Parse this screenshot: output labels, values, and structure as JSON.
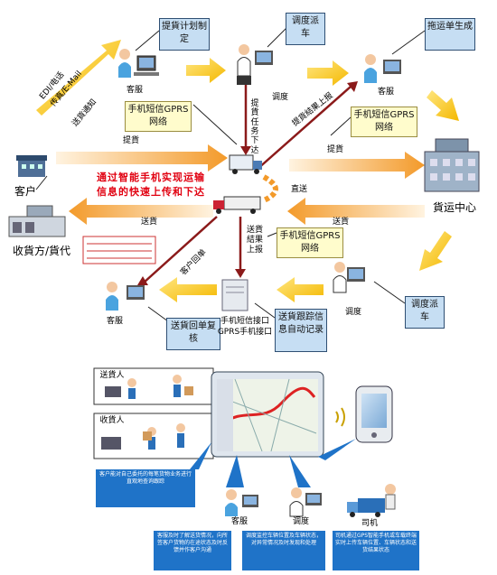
{
  "labels": {
    "plan": "提貨计划制定",
    "dispatch_top": "调度派车",
    "truck_generate": "拖运单生成",
    "dispatch_right": "调度派车",
    "receipt_review": "送貨回单复核",
    "tracking_record": "送貨跟踪信息自动记录",
    "sms_gprs_1": "手机短信GPRS网络",
    "sms_gprs_2": "手机短信GPRS网络",
    "sms_gprs_3": "手机短信GPRS网络",
    "customer_service_1": "客服",
    "dispatcher_1": "调度",
    "customer_service_2": "客服",
    "customer_service_3": "客服",
    "dispatcher_2": "调度",
    "customer": "客户",
    "consignee": "收貨方/貨代",
    "freight_center": "貨运中心",
    "pickup_left": "提貨",
    "pickup_right": "提貨",
    "deliver_left": "送貨",
    "deliver_right": "送貨",
    "direct": "直送",
    "pickup_order": "提貨任务下达",
    "pickup_report": "提貨結果上报",
    "delivery_report": "送貨結果上报",
    "customer_receipt": "客户回单",
    "sms_iface": "手机短信接口",
    "gprs_iface": "GPRS手机接口",
    "edi": "EDI/电话",
    "fax": "传真/E-Mail",
    "ship_notice": "送貨通知",
    "banner_line1": "通过智能手机实现运输",
    "banner_line2": "信息的快速上传和下达",
    "sender": "送貨人",
    "receiver": "收貨人",
    "bottom_cs": "客服",
    "bottom_dispatch": "调度",
    "bottom_driver": "司机"
  },
  "notes": {
    "note_customer": "客户能对自己委托的每笔货物业务进行直观地查询跟踪",
    "note_cs": "客服及时了解送货情况，向所签客户货物的在途状态及时反馈并作客户沟通",
    "note_dispatch": "调度监控车辆位置及车辆状态，对异常情况及时发现和处理",
    "note_driver": "司机通过GPS智能手机或车载终端实时上传车辆位置、车辆状态和送货结果状态"
  },
  "colors": {
    "arrow_orange": "#f39a2a",
    "arrow_yellow": "#f4c000",
    "dark_red": "#8b1a1a",
    "box_blue": "#c6def3",
    "box_yellow": "#fffccc",
    "note_blue": "#1f73c8",
    "banner_red": "#e10010"
  }
}
